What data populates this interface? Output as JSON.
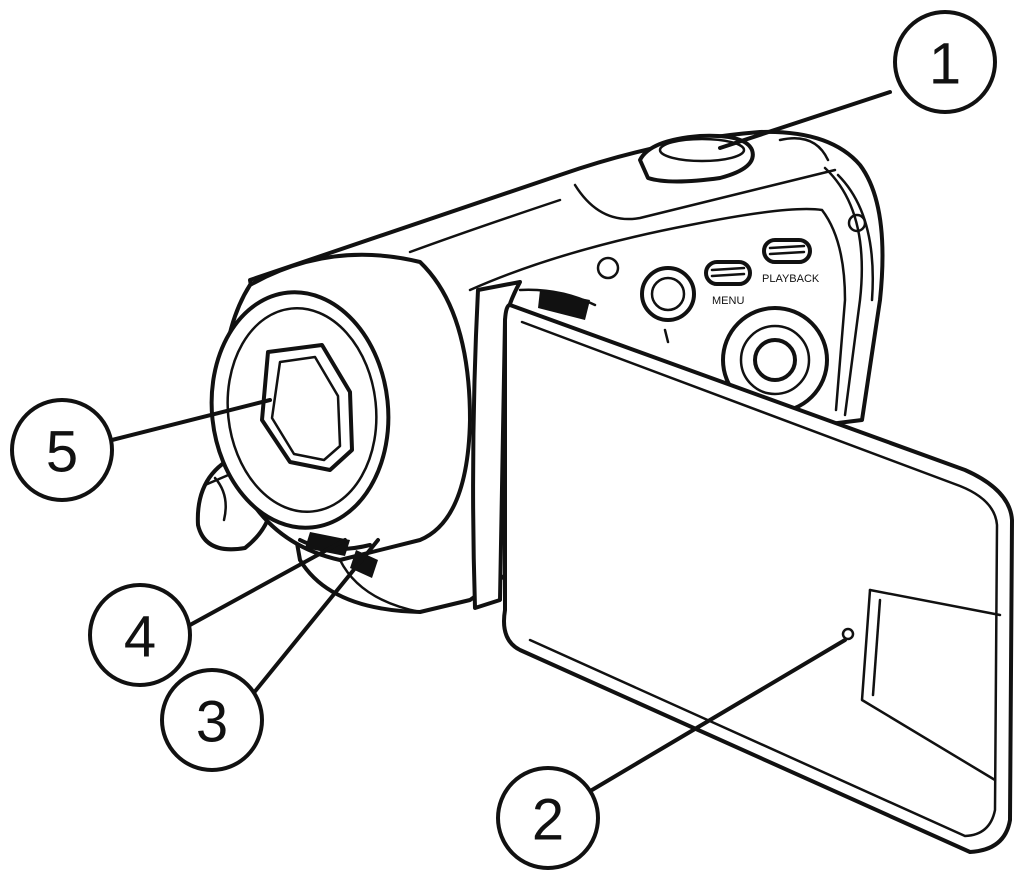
{
  "buttons": {
    "menu_label": "MENU",
    "playback_label": "PLAYBACK"
  },
  "callouts": [
    {
      "label": "1"
    },
    {
      "label": "2"
    },
    {
      "label": "3"
    },
    {
      "label": "4"
    },
    {
      "label": "5"
    }
  ]
}
